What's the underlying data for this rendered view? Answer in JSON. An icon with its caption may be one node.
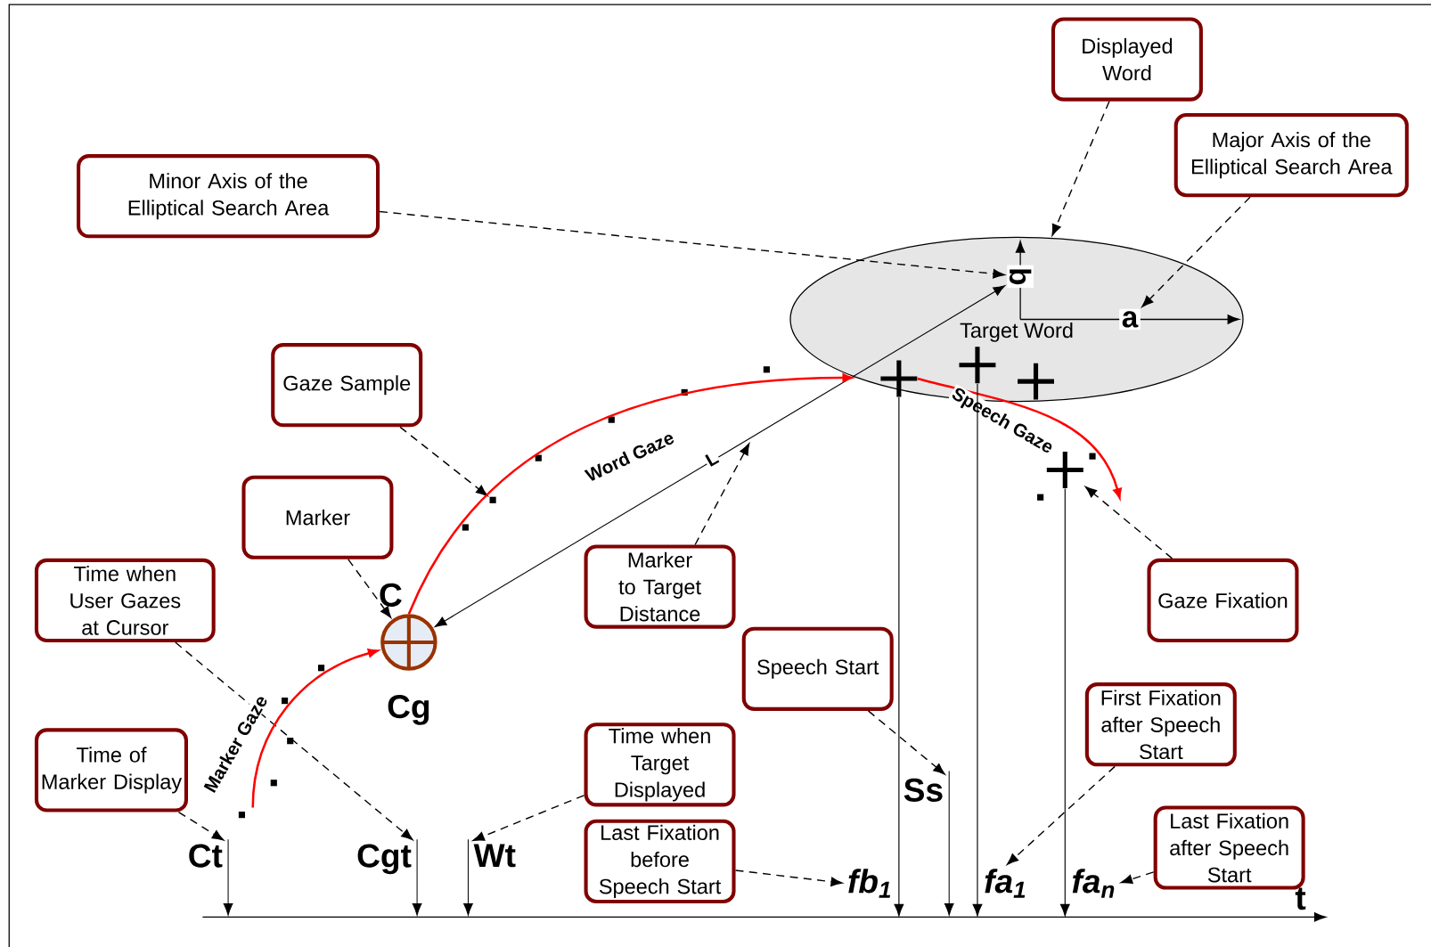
{
  "diagram": {
    "nodes": [
      {
        "text": [
          "Displayed Word"
        ]
      },
      {
        "text": [
          "Major Axis of the Elliptical Search Area"
        ]
      },
      {
        "text": [
          "Minor Axis of the Elliptical Search Area"
        ]
      },
      {
        "text": [
          "Target Word"
        ]
      },
      {
        "text": [
          "b"
        ],
        "in": 3
      },
      {
        "text": [
          "a"
        ],
        "in": 3
      },
      {
        "text": [],
        "shape": "cross",
        "in": 3
      },
      {
        "text": [],
        "shape": "cross",
        "in": 3
      },
      {
        "text": [
          "Gaze Sample"
        ]
      },
      {
        "text": [],
        "shape": "cross",
        "in": 3
      },
      {
        "text": [],
        "shape": "box"
      },
      {
        "text": [],
        "shape": "cross"
      },
      {
        "text": [
          "Marker"
        ]
      },
      {
        "text": [
          "Time when User Gazes at Cursor"
        ]
      },
      {
        "text": [
          "Marker to Target Distance"
        ]
      },
      {
        "text": [
          "Gaze Fixation"
        ]
      },
      {
        "text": [],
        "shape": "circle",
        "beside": [
          "C",
          "Cg"
        ]
      },
      {
        "text": [
          "Speech Start"
        ]
      },
      {
        "text": [
          "First Fixation after Speech Start"
        ]
      },
      {
        "text": [
          "Time of Marker Display"
        ]
      },
      {
        "text": [
          "Time when Target Displayed"
        ]
      },
      {
        "text": [
          "Ss"
        ]
      },
      {
        "text": [
          "Last Fixation before Speech Start"
        ]
      },
      {
        "text": [
          "Last Fixation after Speech Start"
        ]
      },
      {
        "text": [
          "Ct"
        ]
      },
      {
        "text": [
          "Cgt"
        ]
      },
      {
        "text": [
          "Wt"
        ]
      },
      {
        "text": [
          "fb$_{1}$"
        ]
      },
      {
        "text": [
          "fa$_{1}$"
        ]
      },
      {
        "text": [
          "fa$_{n}$"
        ]
      }
    ],
    "edges": [
      {
        "from": 0,
        "to": 3,
        "arrow": "to",
        "style": "dashed"
      },
      {
        "from": 1,
        "to": 5,
        "arrow": "to",
        "style": "dashed"
      },
      {
        "from": 2,
        "to": 4,
        "arrow": "to",
        "style": "dashed"
      },
      {
        "from": 8,
        "to": 10,
        "arrow": "to",
        "style": "dashed"
      },
      {
        "from": 12,
        "to": 16,
        "arrow": "to",
        "style": "dashed"
      },
      {
        "from": 14,
        "to": null,
        "arrow": "to",
        "style": "dashed"
      },
      {
        "from": 15,
        "to": 11,
        "arrow": "to",
        "style": "dashed"
      },
      {
        "from": 13,
        "to": 25,
        "arrow": "to",
        "style": "dashed"
      },
      {
        "from": 19,
        "to": 24,
        "arrow": "to",
        "style": "dashed"
      },
      {
        "from": 20,
        "to": 26,
        "arrow": "to",
        "style": "dashed"
      },
      {
        "from": 17,
        "to": 21,
        "arrow": "to",
        "style": "dashed"
      },
      {
        "from": 22,
        "to": 27,
        "arrow": "to",
        "style": "dashed"
      },
      {
        "from": 18,
        "to": 28,
        "arrow": "to",
        "style": "dashed"
      },
      {
        "from": 23,
        "to": 29,
        "arrow": "to",
        "style": "dashed"
      },
      {
        "from": 16,
        "to": 4,
        "arrow": "both",
        "label": "L"
      },
      {
        "from": null,
        "to": 16,
        "arrow": "to",
        "label": "Marker Gaze",
        "color": "#ff0000"
      },
      {
        "from": 16,
        "to": 3,
        "arrow": "to",
        "label": "Word Gaze",
        "color": "#ff0000"
      },
      {
        "from": 6,
        "to": null,
        "arrow": "to",
        "label": "Speech Gaze",
        "color": "#ff0000"
      },
      {
        "from": 6,
        "to": 27,
        "arrow": "to"
      },
      {
        "from": 7,
        "to": 28,
        "arrow": "to"
      },
      {
        "from": 11,
        "to": 29,
        "arrow": "to"
      }
    ],
    "labels": [
      "t"
    ]
  }
}
